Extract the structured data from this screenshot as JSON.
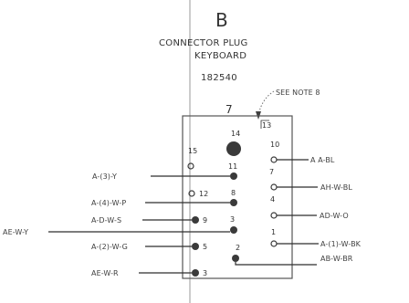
{
  "header": {
    "letter": "B",
    "line1": "CONNECTOR PLUG",
    "line2": "KEYBOARD",
    "part_number": "182540"
  },
  "note": "SEE NOTE 8",
  "connector": {
    "block_number": "7",
    "pins": [
      "14",
      "13",
      "15",
      "10",
      "11",
      "7",
      "12",
      "8",
      "4",
      "9",
      "3",
      "1",
      "5",
      "2",
      "3"
    ]
  },
  "left_wires": [
    "A-(3)-Y",
    "A-(4)-W-P",
    "A-D-W-S",
    "AE-W-Y",
    "A-(2)-W-G",
    "AE-W-R"
  ],
  "right_wires": [
    "A A-BL",
    "AH-W-BL",
    "AD-W-O",
    "A-(1)-W-BK",
    "AB-W-BR"
  ]
}
